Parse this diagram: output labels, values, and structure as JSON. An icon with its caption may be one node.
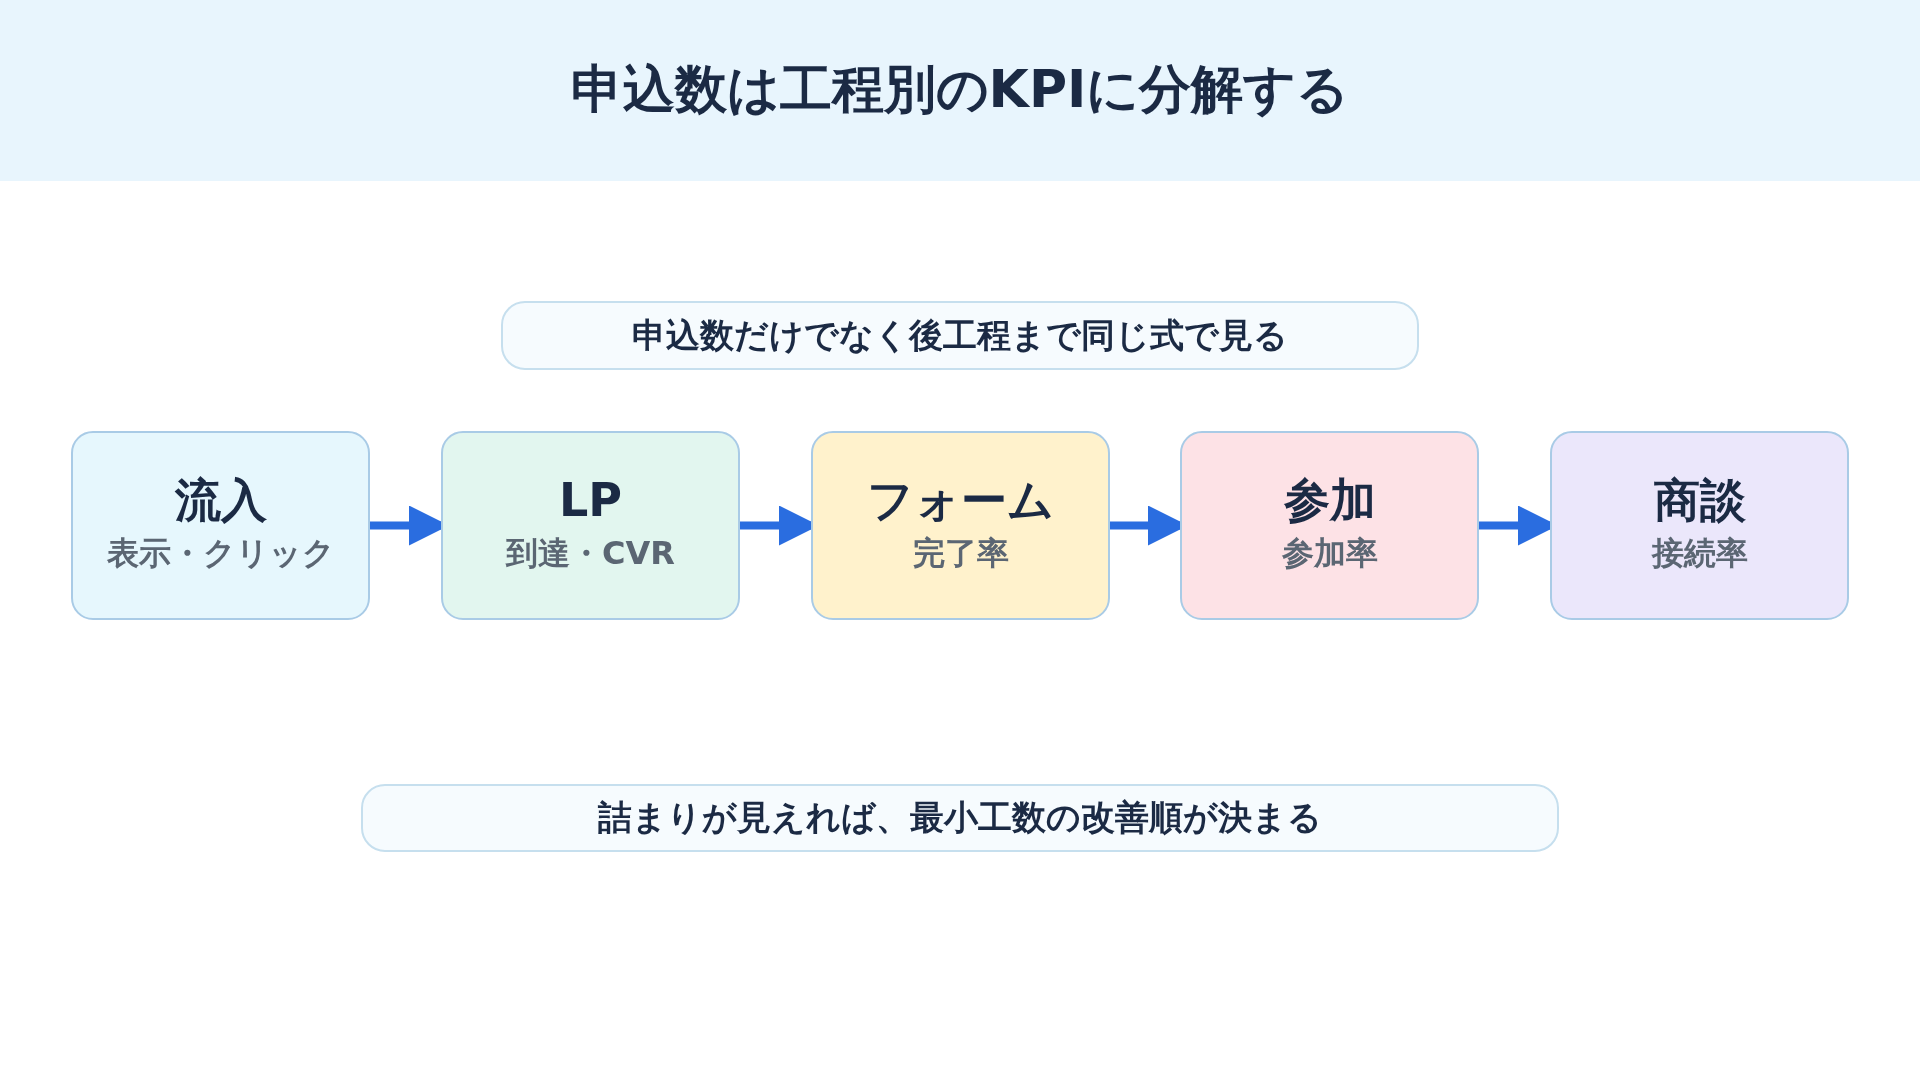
{
  "diagram": {
    "title": "申込数は工程別のKPIに分解する",
    "nodes": [
      {
        "text": [
          "申込数だけでなく後工程まで同じ式で見る"
        ]
      },
      {
        "text": [
          "流入",
          "表示・クリック"
        ]
      },
      {
        "text": [
          "LP",
          "到達・CVR"
        ]
      },
      {
        "text": [
          "フォーム",
          "完了率"
        ]
      },
      {
        "text": [
          "参加",
          "参加率"
        ]
      },
      {
        "text": [
          "商談",
          "接続率"
        ]
      },
      {
        "text": [
          "詰まりが見えれば、最小工数の改善順が決まる"
        ]
      }
    ],
    "edges": [
      {
        "from": 1,
        "to": 2,
        "arrow": "to"
      },
      {
        "from": 2,
        "to": 3,
        "arrow": "to"
      },
      {
        "from": 3,
        "to": 4,
        "arrow": "to"
      },
      {
        "from": 4,
        "to": 5,
        "arrow": "to"
      }
    ]
  }
}
